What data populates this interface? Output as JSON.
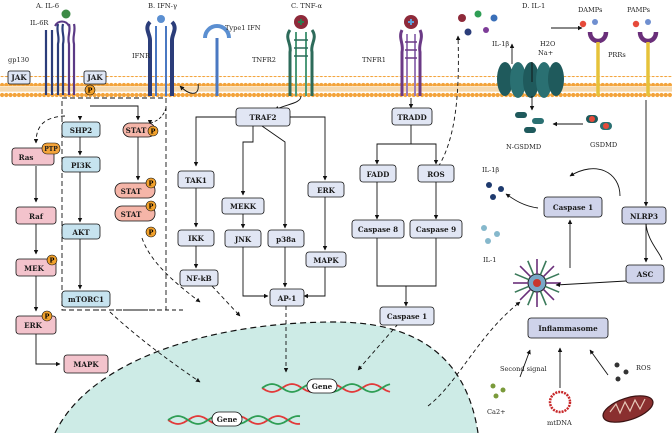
{
  "sections": {
    "il6": "A. IL-6",
    "ifng": "B. IFN-γ",
    "tnfa": "C. TNF-α",
    "il1": "D. IL-1"
  },
  "receptor_labels": {
    "il6r": "IL-6R",
    "gp130": "gp130",
    "ifnr": "IFNR",
    "type1_ifn": "Type1 IFN",
    "tnfr2": "TNFR2",
    "tnfr1": "TNFR1",
    "prrs": "PRRs"
  },
  "ligands": {
    "damps": "DAMPs",
    "pamps": "PAMPs"
  },
  "il1_labels": {
    "il1b_out": "IL-1β",
    "h2o": "H2O",
    "na": "Na+",
    "n_gsdmd": "N-GSDMD",
    "gsdmd": "GSDMD",
    "il1b_in": "IL-1β",
    "il1": "IL-1"
  },
  "nodes": {
    "jak_a": "JAK",
    "ras": "Ras",
    "ptp": "PTP",
    "raf": "Raf",
    "mek": "MEK",
    "erk_a": "ERK",
    "mapk_a": "MAPK",
    "jak_b": "JAK",
    "shp2": "SHP2",
    "pi3k": "PI3K",
    "akt": "AKT",
    "mtorc1": "mTORC1",
    "stat1": "STAT",
    "stat2": "STAT",
    "stat3": "STAT",
    "traf2": "TRAF2",
    "tak1": "TAK1",
    "ikk": "IKK",
    "nfkb": "NF-kB",
    "mekk": "MEKK",
    "jnk": "JNK",
    "p38a": "p38a",
    "erk_c": "ERK",
    "mapk_c": "MAPK",
    "ap1": "AP-1",
    "tradd": "TRADD",
    "fadd": "FADD",
    "ros_c": "ROS",
    "casp8": "Caspase 8",
    "casp9": "Caspase 9",
    "casp1_c": "Caspase 1",
    "casp1_d": "Caspase 1",
    "nlrp3": "NLRP3",
    "asc": "ASC",
    "inflammasome": "Inflammasome"
  },
  "phospho": "P",
  "nucleus": {
    "gene1": "Gene",
    "gene2": "Gene"
  },
  "stimuli": {
    "second_signal": "Second signal",
    "ca": "Ca2+",
    "mtdna": "mtDNA",
    "ros": "ROS"
  },
  "colors": {
    "membrane": "#f3a33a",
    "nucleus": "#cdebe6",
    "pink": "#f3c3cc",
    "blue": "#c6e3ef",
    "gray": "#e1e6f4",
    "lavender": "#cfd3ea",
    "stat": "#f5b5a8",
    "phospho": "#f2a12b",
    "dna_red": "#e23a3a",
    "dna_green": "#2f9e55"
  }
}
